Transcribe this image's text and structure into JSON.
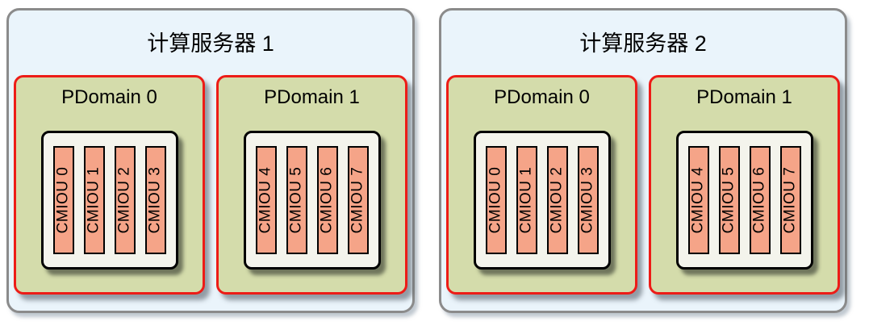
{
  "figure": {
    "servers": [
      {
        "title": "计算服务器 1",
        "pdomains": [
          {
            "title": "PDomain 0",
            "cmious": [
              "CMIOU 0",
              "CMIOU 1",
              "CMIOU 2",
              "CMIOU 3"
            ]
          },
          {
            "title": "PDomain 1",
            "cmious": [
              "CMIOU 4",
              "CMIOU 5",
              "CMIOU 6",
              "CMIOU 7"
            ]
          }
        ]
      },
      {
        "title": "计算服务器 2",
        "pdomains": [
          {
            "title": "PDomain 0",
            "cmious": [
              "CMIOU 0",
              "CMIOU 1",
              "CMIOU 2",
              "CMIOU 3"
            ]
          },
          {
            "title": "PDomain 1",
            "cmious": [
              "CMIOU 4",
              "CMIOU 5",
              "CMIOU 6",
              "CMIOU 7"
            ]
          }
        ]
      }
    ],
    "colors": {
      "server_background": "#eaf4fb",
      "server_border": "#8b8b8b",
      "pdomain_background": "#d4dcab",
      "pdomain_border": "#ed1c17",
      "cmiou_panel_background": "#f4f4ec",
      "cmiou_bar_background": "#f5a488",
      "text": "#000000"
    }
  }
}
